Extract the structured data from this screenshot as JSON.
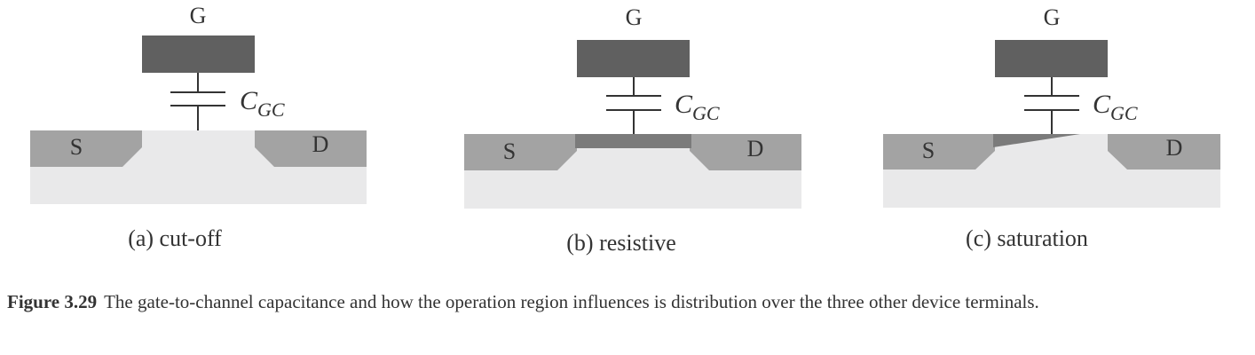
{
  "panels": [
    {
      "gate_label": "G",
      "cap_symbol": "C",
      "cap_subscript": "GC",
      "source_label": "S",
      "drain_label": "D",
      "caption": "(a) cut-off",
      "channel": "none"
    },
    {
      "gate_label": "G",
      "cap_symbol": "C",
      "cap_subscript": "GC",
      "source_label": "S",
      "drain_label": "D",
      "caption": "(b) resistive",
      "channel": "uniform"
    },
    {
      "gate_label": "G",
      "cap_symbol": "C",
      "cap_subscript": "GC",
      "source_label": "S",
      "drain_label": "D",
      "caption": "(c) saturation",
      "channel": "pinched"
    }
  ],
  "figure_caption": {
    "label": "Figure 3.29",
    "text": "The gate-to-channel capacitance and how the operation region influences is distribution over the three other device terminals."
  },
  "colors": {
    "gate": "#606060",
    "diffusion": "#a3a3a3",
    "channel": "#7b7b7b",
    "substrate": "#e9e9ea",
    "wire": "#333333",
    "text": "#333333"
  }
}
